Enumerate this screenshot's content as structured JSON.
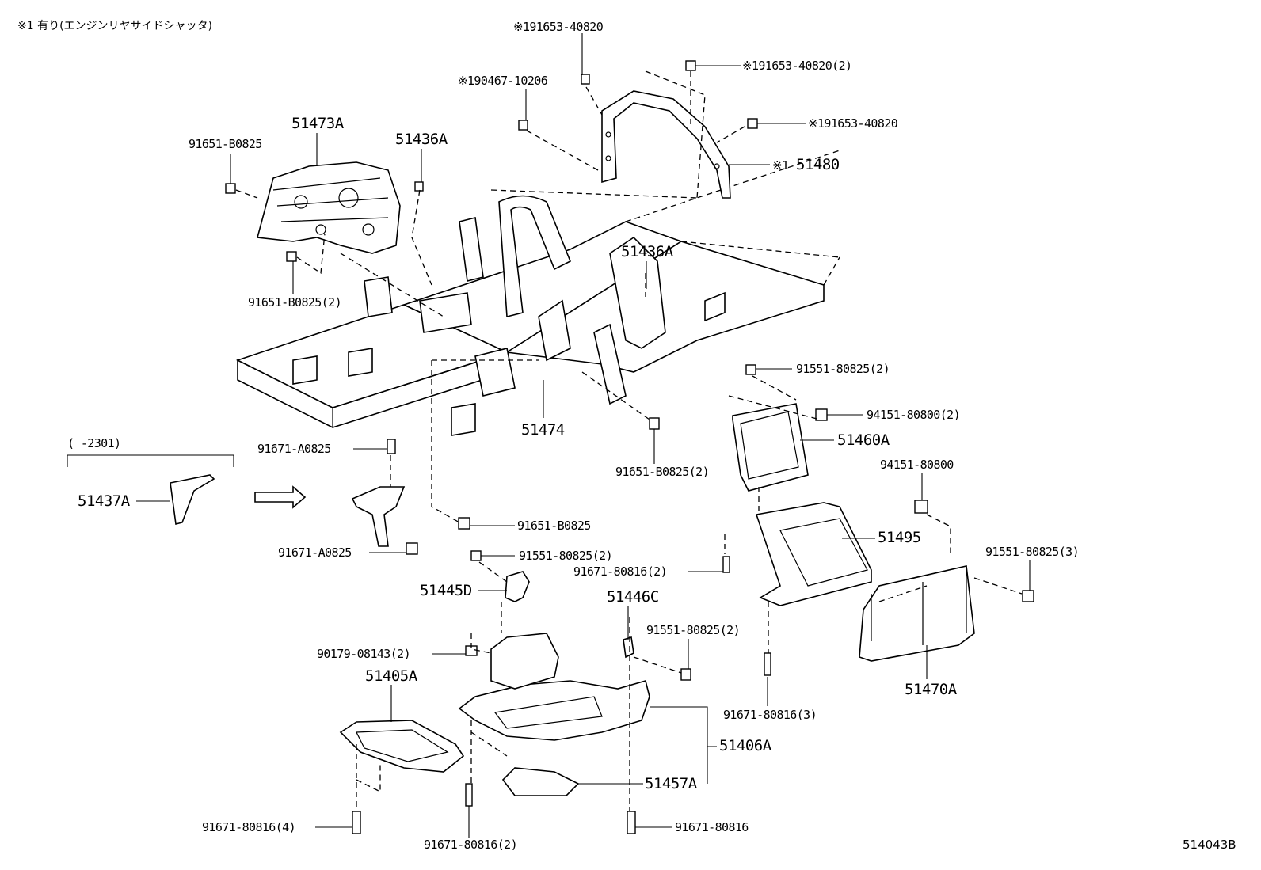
{
  "note": "※1 有り(エンジンリヤサイドシャッタ)",
  "figure_id": "514043B",
  "range_bracket": "(    -2301)",
  "labels": {
    "p1": "※191653-40820",
    "p2": "※191653-40820(2)",
    "p3": "※190467-10206",
    "p4": "※191653-40820",
    "p5": "※1",
    "p5b": "51480",
    "p6": "51473A",
    "p7": "51436A",
    "p8": "91651-B0825",
    "p9": "91651-B0825(2)",
    "p10": "51436A",
    "p11": "91551-80825(2)",
    "p12": "94151-80800(2)",
    "p13": "51460A",
    "p14": "51474",
    "p15": "91651-B0825(2)",
    "p16": "94151-80800",
    "p17": "91671-A0825",
    "p18": "51437A",
    "p19": "91651-B0825",
    "p20": "51495",
    "p21": "91551-80825(3)",
    "p22": "91671-A0825",
    "p23": "91551-80825(2)",
    "p24": "91671-80816(2)",
    "p25": "51445D",
    "p26": "51446C",
    "p27": "91551-80825(2)",
    "p28": "90179-08143(2)",
    "p29": "51405A",
    "p30": "91671-80816(3)",
    "p31": "51470A",
    "p32": "51406A",
    "p33": "51457A",
    "p34": "91671-80816(4)",
    "p35": "91671-80816(2)",
    "p36": "91671-80816"
  }
}
